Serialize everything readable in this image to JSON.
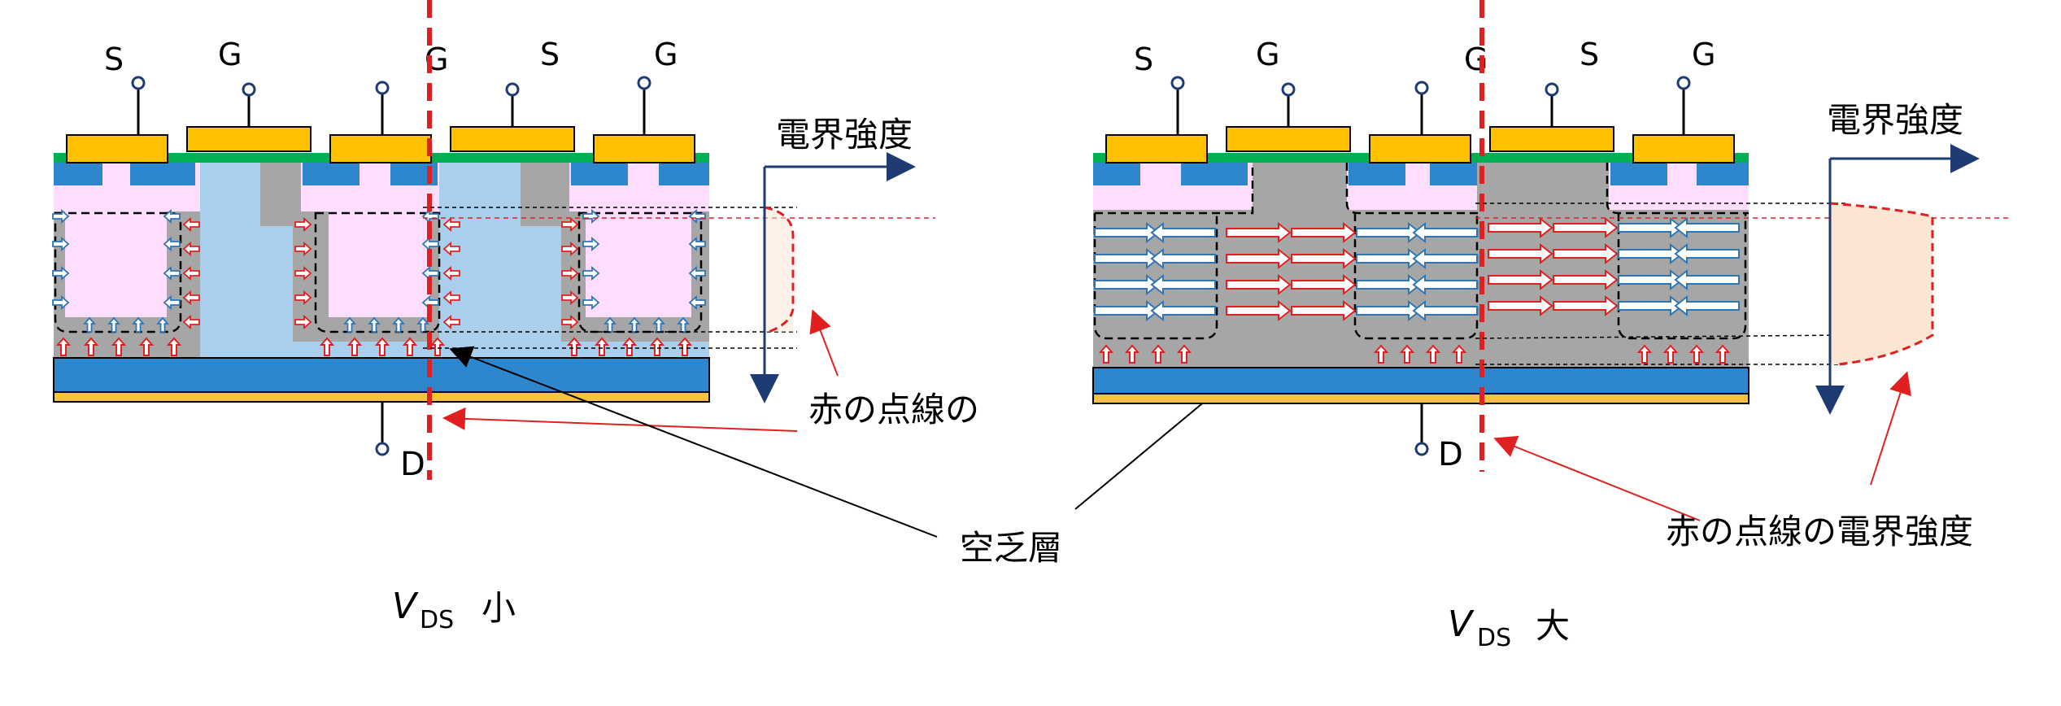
{
  "left": {
    "terminals": {
      "s1": "S",
      "g1": "G",
      "g2": "G",
      "s2": "S",
      "g3": "G",
      "d": "D"
    },
    "field_axis_label": "電界強度",
    "callout": "赤の点線の",
    "caption_main": "V",
    "caption_sub": "DS",
    "caption_tail": "小"
  },
  "right": {
    "terminals": {
      "s1": "S",
      "g1": "G",
      "g2": "G",
      "s2": "S",
      "g3": "G",
      "d": "D"
    },
    "field_axis_label": "電界強度",
    "callout": "赤の点線の電界強度",
    "caption_main": "V",
    "caption_sub": "DS",
    "caption_tail": "大"
  },
  "center_callout": "空乏層",
  "colors": {
    "gate_metal": "#FFC000",
    "gate_oxide": "#00B050",
    "n_plus": "#2E86CC",
    "p_region": "#FFDDFF",
    "n_drift": "#A9CFEC",
    "depletion": "#A6A6A6",
    "substrate": "#2E86CC",
    "drain_metal": "#F5C242",
    "field_fill": "#FCE5D2",
    "axis": "#1F3B73",
    "red": "#E02020"
  }
}
